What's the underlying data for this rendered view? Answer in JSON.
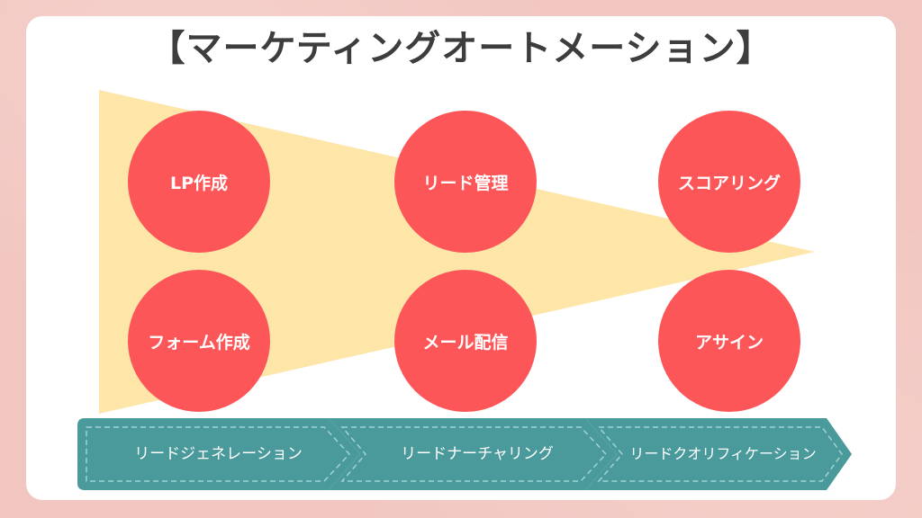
{
  "title": "【マーケティングオートメーション】",
  "colors": {
    "background": "#f2c6c0",
    "card": "#ffffff",
    "funnel": "#fde6a8",
    "circle": "#fd5658",
    "arrow": "#4a9a9c",
    "title_text": "#3d3d3d"
  },
  "functions": [
    {
      "label": "LP作成"
    },
    {
      "label": "リード管理"
    },
    {
      "label": "スコアリング"
    },
    {
      "label": "フォーム作成"
    },
    {
      "label": "メール配信"
    },
    {
      "label": "アサイン"
    }
  ],
  "stages": [
    {
      "label": "リードジェネレーション"
    },
    {
      "label": "リードナーチャリング"
    },
    {
      "label": "リードクオリフィケーション"
    }
  ]
}
